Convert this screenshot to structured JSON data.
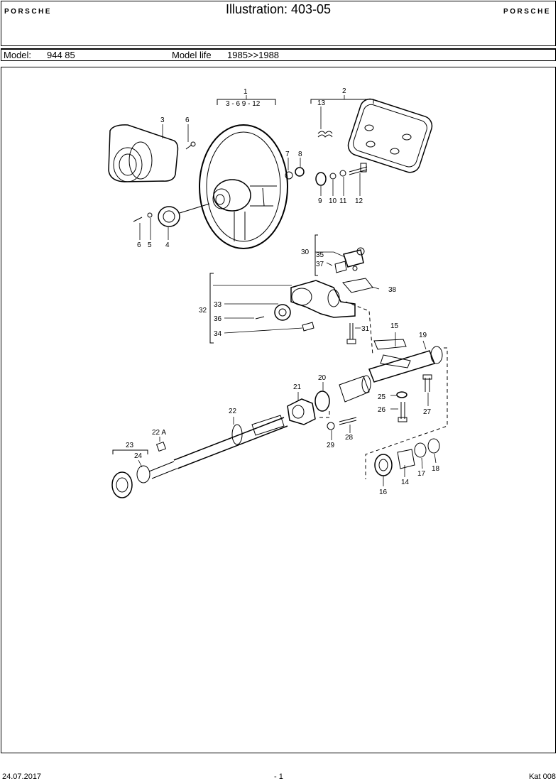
{
  "header": {
    "brand_left": "PORSCHE",
    "brand_right": "PORSCHE",
    "title": "Illustration: 403-05"
  },
  "model_info": {
    "model_label": "Model:",
    "model_value": "944 85",
    "life_label": "Model life",
    "life_value": "1985>>1988"
  },
  "diagram": {
    "labels": {
      "l1": "1",
      "l1_range": "3 - 6     9 - 12",
      "l2": "2",
      "l3": "3",
      "l4": "4",
      "l5": "5",
      "l6a": "6",
      "l6b": "6",
      "l7": "7",
      "l8": "8",
      "l9": "9",
      "l10": "10",
      "l11": "11",
      "l12": "12",
      "l13": "13",
      "l14": "14",
      "l15": "15",
      "l16": "16",
      "l17": "17",
      "l18": "18",
      "l19": "19",
      "l20": "20",
      "l21": "21",
      "l22": "22",
      "l22a": "22 A",
      "l23": "23",
      "l24": "24",
      "l25": "25",
      "l26": "26",
      "l27": "27",
      "l28": "28",
      "l29": "29",
      "l30": "30",
      "l31": "31",
      "l32": "32",
      "l33": "33",
      "l34": "34",
      "l35": "35",
      "l36": "36",
      "l37": "37",
      "l38": "38"
    }
  },
  "footer": {
    "date": "24.07.2017",
    "page": "- 1",
    "catalog": "Kat 008"
  }
}
